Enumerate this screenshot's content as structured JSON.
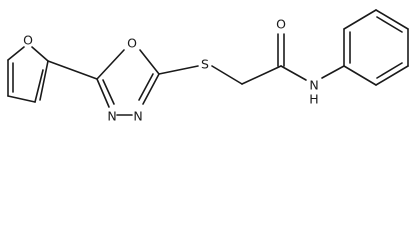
{
  "molecule": {
    "atoms": {
      "furan_o": "O",
      "oxadiazole_o": "O",
      "n3": "N",
      "n4": "N",
      "sulfur": "S",
      "carbonyl_o": "O",
      "amide_n": "N",
      "amide_h": "H"
    }
  }
}
